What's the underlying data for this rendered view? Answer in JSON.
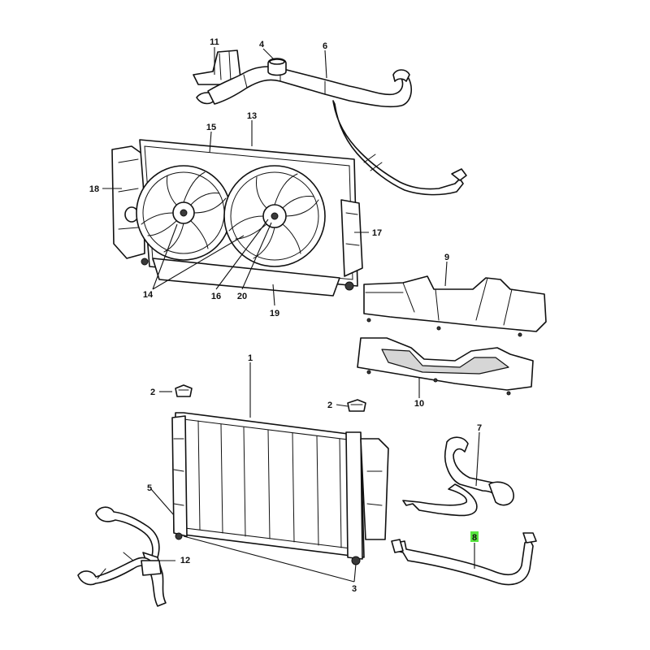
{
  "diagram": {
    "highlight_color": "#57e63f",
    "highlighted_callout": "8",
    "callouts": {
      "c1": "1",
      "c2a": "2",
      "c2b": "2",
      "c3": "3",
      "c4": "4",
      "c5": "5",
      "c6": "6",
      "c7": "7",
      "c8": "8",
      "c9": "9",
      "c10": "10",
      "c11": "11",
      "c12": "12",
      "c13": "13",
      "c14": "14",
      "c15": "15",
      "c16": "16",
      "c17": "17",
      "c18": "18",
      "c19": "19",
      "c20": "20"
    }
  }
}
